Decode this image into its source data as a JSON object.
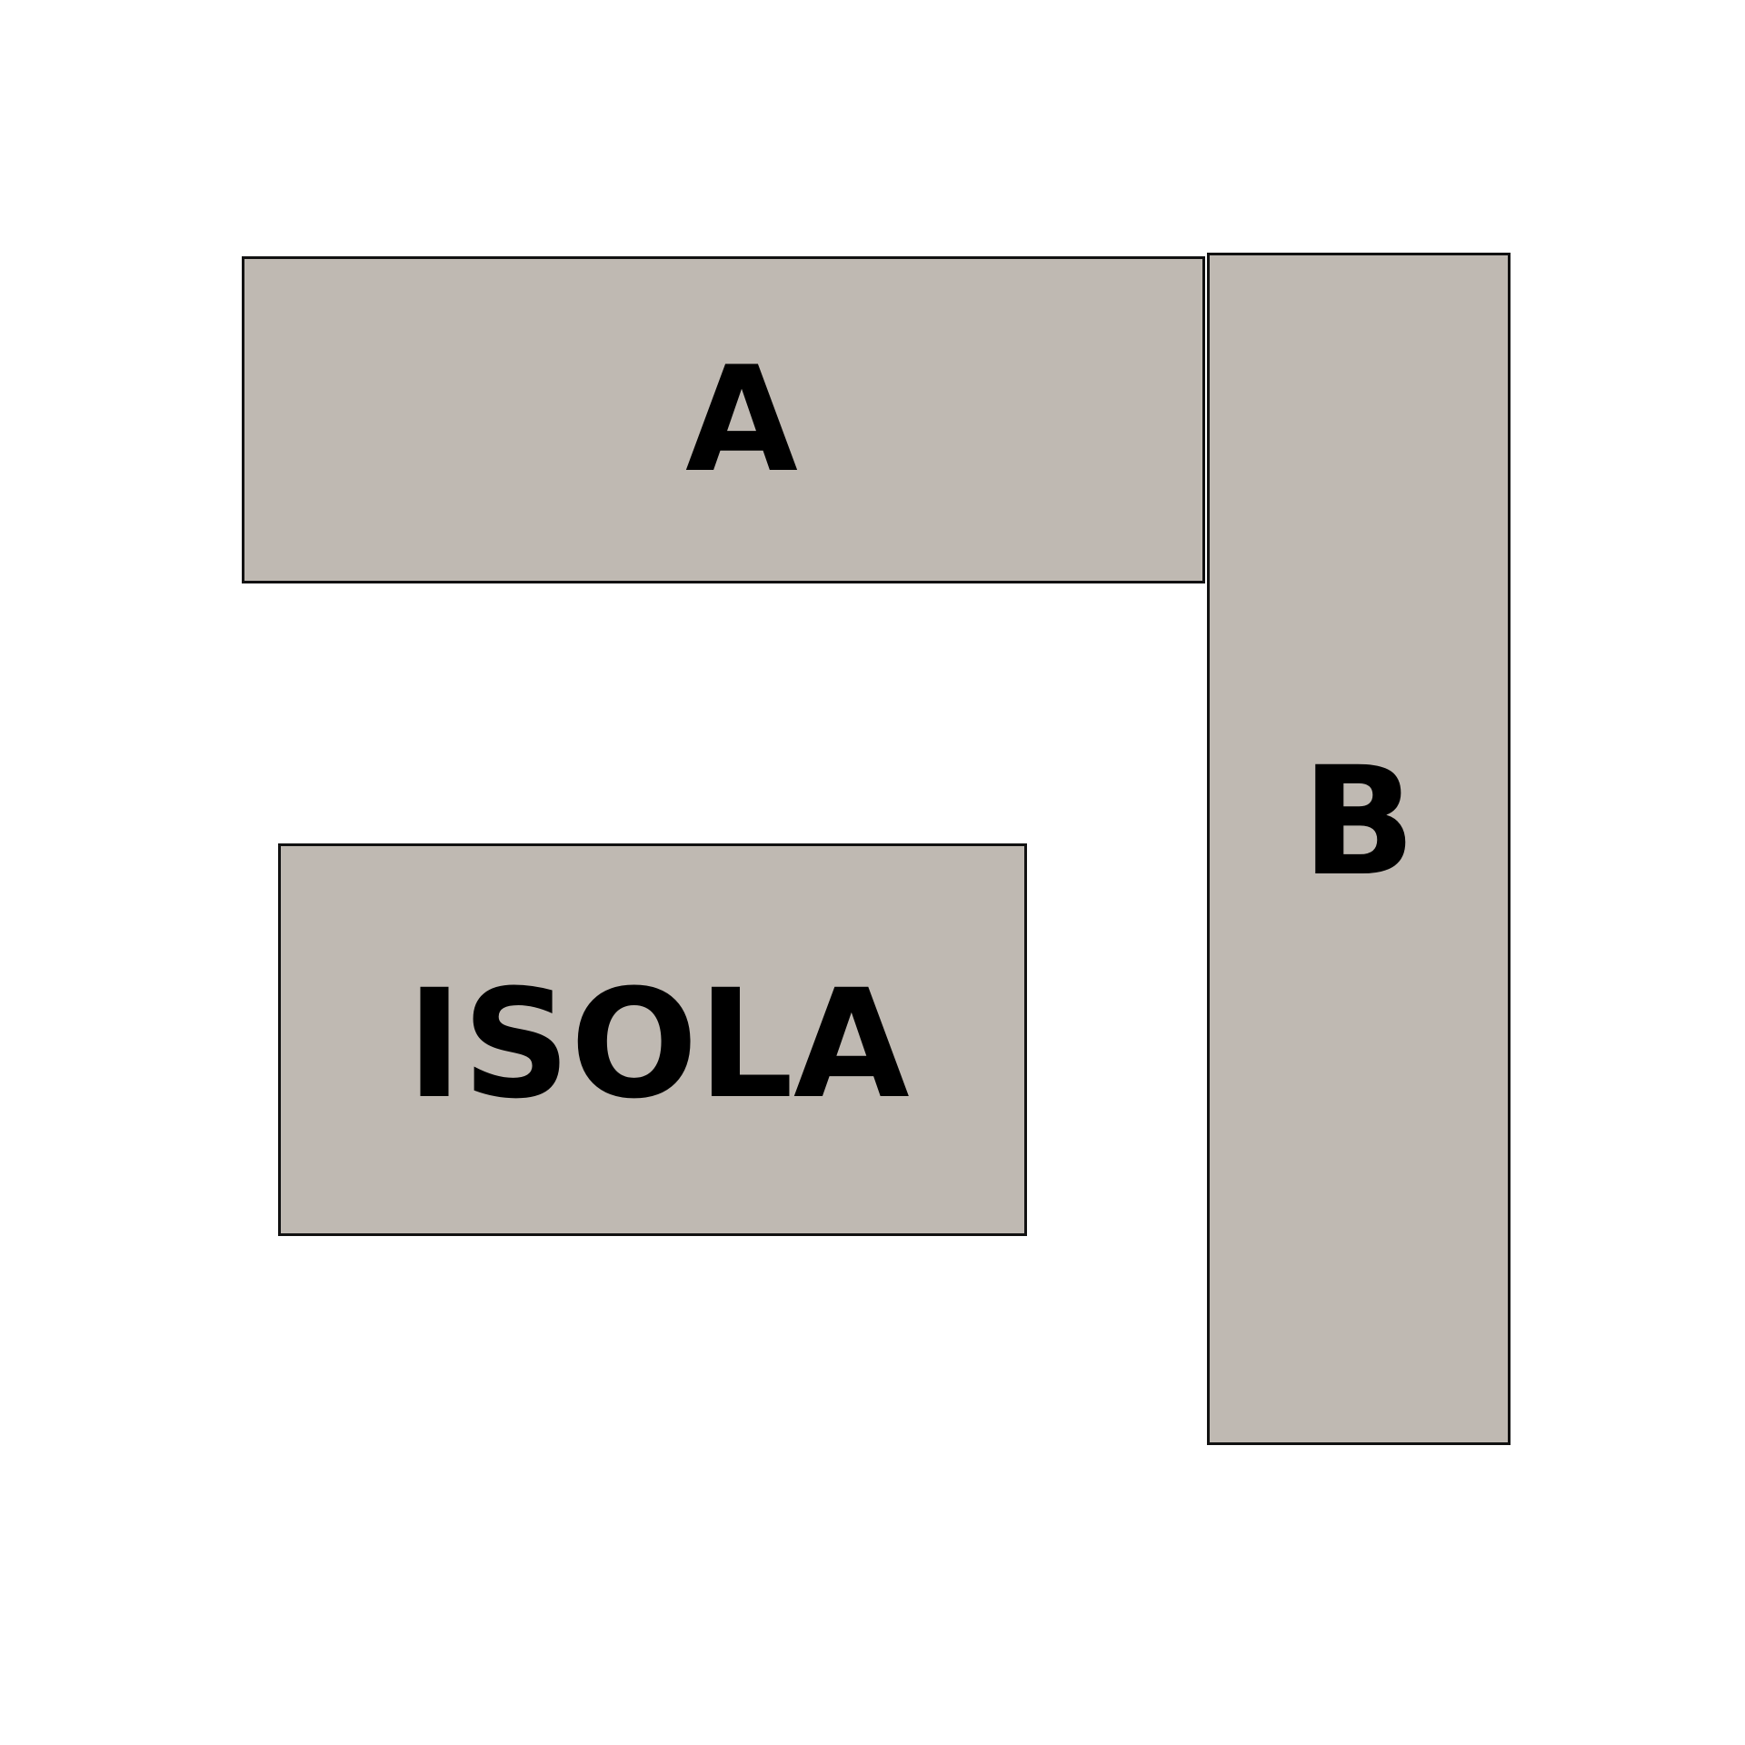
{
  "blocks": [
    {
      "label": "A"
    },
    {
      "label": "B"
    },
    {
      "label": "ISOLA"
    }
  ],
  "colors": {
    "block_fill": "#bfb9b2",
    "block_border": "#111111",
    "label_text": "#000000",
    "background": "#ffffff"
  }
}
